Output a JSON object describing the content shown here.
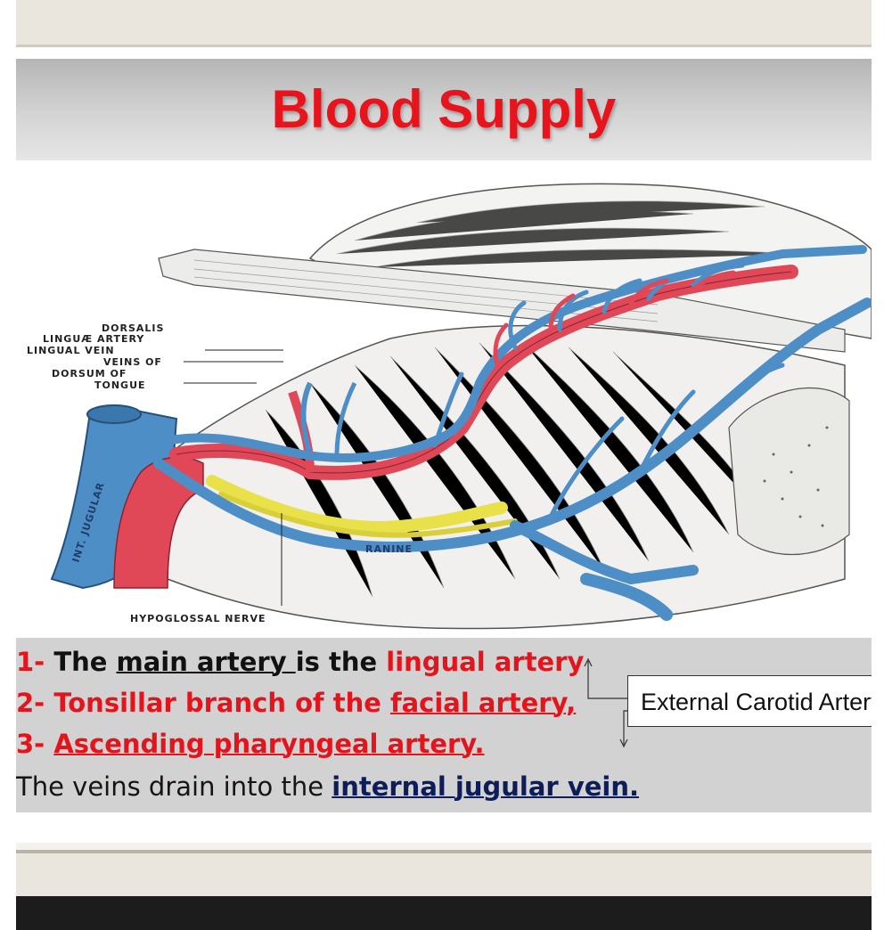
{
  "slide": {
    "title": "Blood Supply",
    "figure_labels": {
      "dorsalis_1": "DORSALIS",
      "dorsalis_2": "LINGUÆ ARTERY",
      "lingual_vein": "LINGUAL VEIN",
      "veins_of_1": "VEINS OF",
      "veins_of_2": "DORSUM OF",
      "veins_of_3": "TONGUE",
      "int_jugular": "INT. JUGULAR",
      "ranine": "RANINE",
      "hypoglossal": "HYPOGLOSSAL NERVE"
    },
    "lines": {
      "l1_num": "1-",
      "l1_a": " The ",
      "l1_b": "main artery ",
      "l1_c": "is the ",
      "l1_d": "lingual artery",
      "l2_num": "2-",
      "l2_a": " Tonsillar branch of the ",
      "l2_b": "facial artery,",
      "l3_num": "3-",
      "l3_a": "Ascending pharyngeal artery.",
      "l4_a": "The veins drain into the ",
      "l4_b": "internal jugular vein."
    },
    "callout": "External Carotid Artery"
  }
}
